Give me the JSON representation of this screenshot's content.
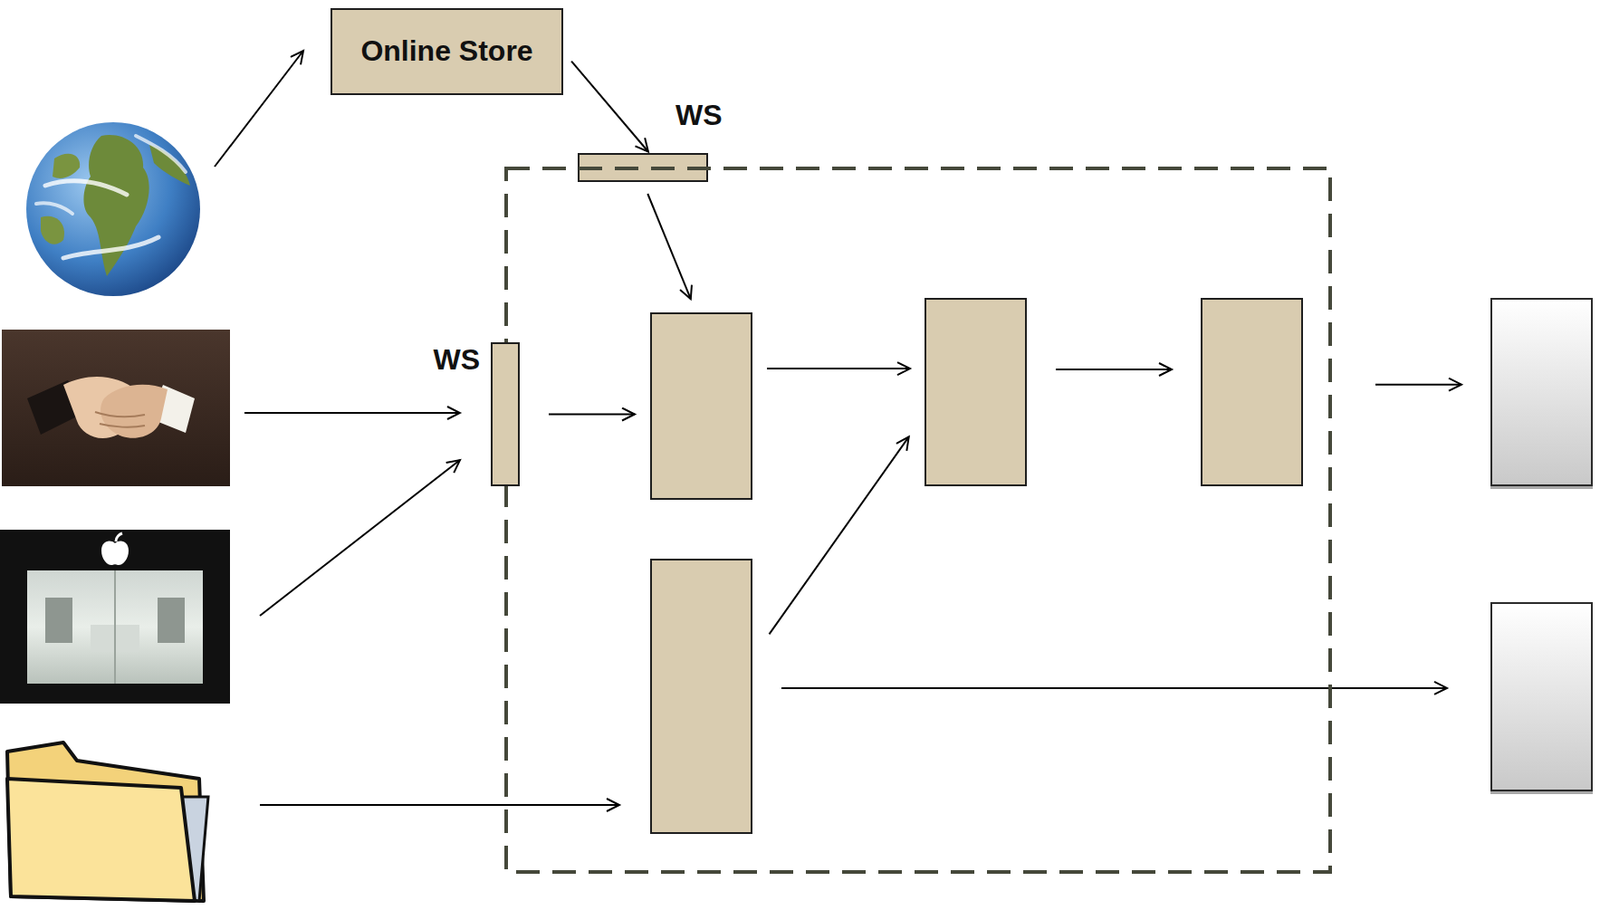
{
  "diagram": {
    "nodes": [
      {
        "text": [
          "Online Store"
        ]
      },
      {
        "text": [
          "WS"
        ]
      },
      {
        "text": []
      },
      {
        "text": [
          "WS"
        ]
      },
      {
        "text": [],
        "in": 2
      },
      {
        "text": [],
        "in": 2
      },
      {
        "text": [],
        "in": 2
      },
      {
        "text": [],
        "in": 2
      },
      {
        "text": []
      },
      {
        "text": []
      }
    ],
    "edges": [
      {
        "from": 0,
        "to": 1,
        "arrow": "to"
      },
      {
        "from": 1,
        "to": 4,
        "arrow": "to"
      },
      {
        "from": 3,
        "to": 4,
        "arrow": "to"
      },
      {
        "from": 4,
        "to": 6,
        "arrow": "to"
      },
      {
        "from": 5,
        "to": 6,
        "arrow": "to"
      },
      {
        "from": 6,
        "to": 7,
        "arrow": "to"
      },
      {
        "from": 7,
        "to": 8,
        "arrow": "to"
      },
      {
        "from": 5,
        "to": 9,
        "arrow": "to"
      }
    ]
  }
}
